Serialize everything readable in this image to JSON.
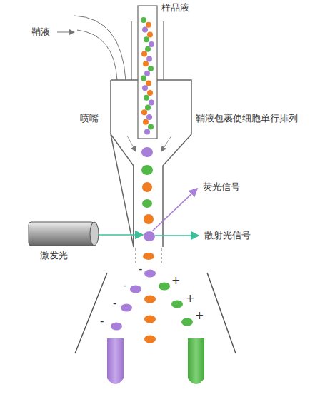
{
  "diagram": {
    "labels": [
      "鞘液",
      "样品液",
      "喷嘴",
      "鞘液包裹使细胞单行排列",
      "荧光信号",
      "散射光信号",
      "激发光",
      "-",
      "-",
      "-",
      "-",
      "+",
      "+",
      "+"
    ]
  }
}
